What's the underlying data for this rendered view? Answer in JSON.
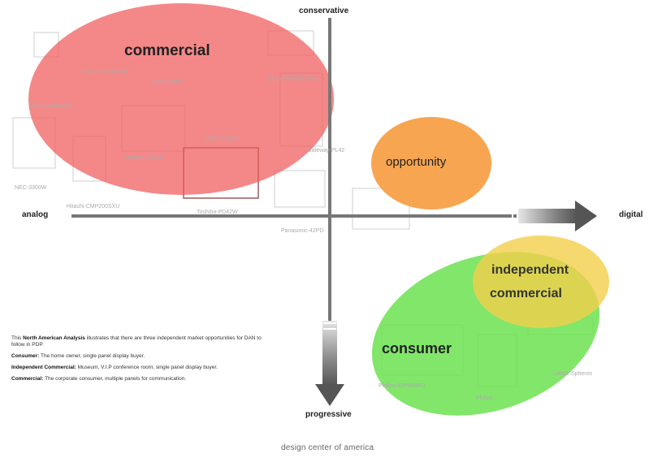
{
  "axes": {
    "top": "conservative",
    "bottom": "progressive",
    "left": "analog",
    "right": "digital"
  },
  "regions": {
    "commercial": "commercial",
    "opportunity": "opportunity",
    "independent_commercial_line1": "independent",
    "independent_commercial_line2": "commercial",
    "consumer": "consumer"
  },
  "product_labels": [
    "NEC-3300W",
    "Hitachi-CMP200SXU",
    "Toshiba-PD42W",
    "Panasonic-42PD",
    "Sony-PFM50C5WU",
    "Fujitsu-PDG",
    "Marantz-PD4200",
    "Pioneer-PDP50",
    "NEC-4210W",
    "Pioneer-PDP-503",
    "Gateway-PL42",
    "Philips-42PW9862",
    "Philips",
    "Loewe-Spheros"
  ],
  "legend": {
    "intro_prefix": "This ",
    "intro_bold": "North American Analysis",
    "intro_rest": " illustrates that there are three independent market opportunities for DAN to follow in PDP.",
    "consumer_term": "Consumer:",
    "consumer_desc": " The home owner, single panel display buyer.",
    "independent_term": "Independent Commercial:",
    "independent_desc": " Museum, V.I.P conference room, single panel display buyer.",
    "commercial_term": "Commercial:",
    "commercial_desc": " The corporate consumer, multiple panels for communication."
  },
  "footer": "design center of america",
  "colors": {
    "commercial": "#f05a5a",
    "opportunity": "#f7a550",
    "independent": "#f2d04a",
    "consumer": "#66e04a",
    "axis": "#555555"
  }
}
